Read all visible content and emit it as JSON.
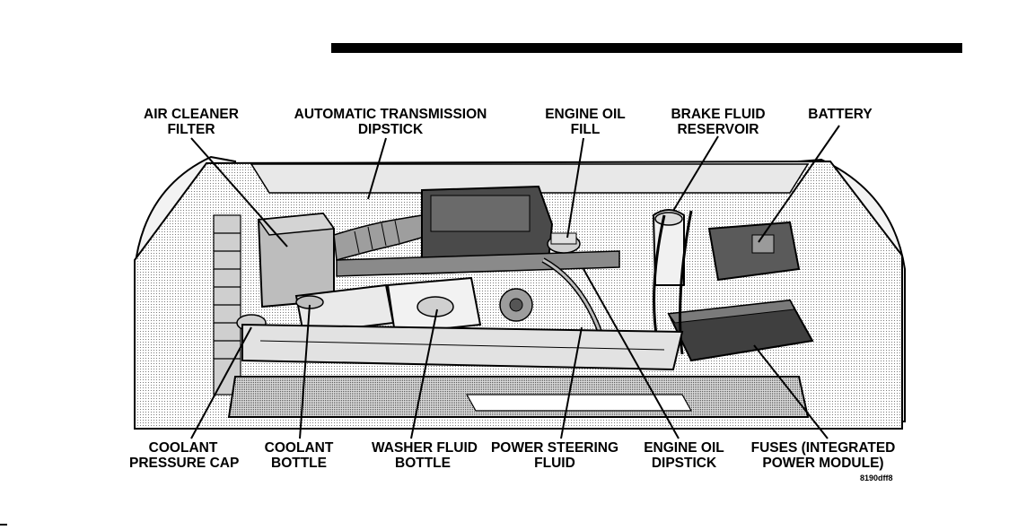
{
  "top_labels": {
    "air_cleaner": [
      "AIR CLEANER",
      "FILTER"
    ],
    "trans_dipstick": [
      "AUTOMATIC TRANSMISSION",
      "DIPSTICK"
    ],
    "oil_fill": [
      "ENGINE OIL",
      "FILL"
    ],
    "brake_fluid": [
      "BRAKE FLUID",
      "RESERVOIR"
    ],
    "battery": [
      "BATTERY"
    ]
  },
  "bottom_labels": {
    "coolant_cap": [
      "COOLANT",
      "PRESSURE CAP"
    ],
    "coolant_bottle": [
      "COOLANT",
      "BOTTLE"
    ],
    "washer_fluid": [
      "WASHER FLUID",
      "BOTTLE"
    ],
    "power_steering": [
      "POWER STEERING",
      "FLUID"
    ],
    "oil_dipstick": [
      "ENGINE OIL",
      "DIPSTICK"
    ],
    "fuses": [
      "FUSES (INTEGRATED",
      "POWER MODULE)"
    ]
  },
  "figure_code": "8190dff8",
  "colors": {
    "ink": "#000000",
    "fill_light": "#e6e6e6",
    "fill_mid": "#bdbdbd",
    "fill_dark": "#6e6e6e"
  }
}
